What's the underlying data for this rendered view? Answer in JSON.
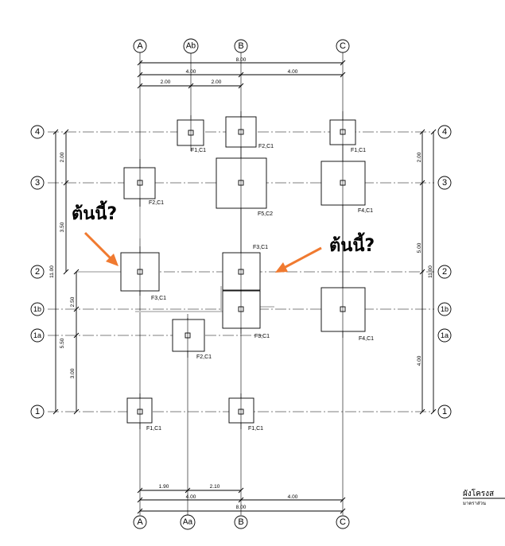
{
  "grid_cols": {
    "A": "A",
    "Ab": "Ab",
    "B": "B",
    "C": "C",
    "Aa": "Aa"
  },
  "grid_rows": {
    "r4": "4",
    "r3": "3",
    "r2": "2",
    "r1b": "1b",
    "r1a": "1a",
    "r1": "1"
  },
  "dims_top": {
    "total": "8.00",
    "ab": "4.00",
    "bc": "4.00",
    "a_ab": "2.00",
    "ab_b": "2.00"
  },
  "dims_bottom": {
    "a_aa": "1.90",
    "aa_b": "2.10",
    "ab": "4.00",
    "bc": "4.00",
    "total": "8.00"
  },
  "dims_left": {
    "r4_r3": "2.00",
    "r3_r2": "3.50",
    "r2_r1b": "2.50",
    "r1b_r1": "5.50",
    "r1a_r1": "3.00",
    "total": "11.00"
  },
  "dims_right": {
    "r4_r3": "2.00",
    "r3_r2": "5.00",
    "r2_r1": "4.00",
    "total": "11.00"
  },
  "footings": [
    "F1,C1",
    "F2,C1",
    "F1,C1",
    "F2,C1",
    "F5,C2",
    "F4,C1",
    "F3,C1",
    "F3,C1",
    "F3,C1",
    "F4,C1",
    "F2,C1",
    "F1,C1",
    "F1,C1"
  ],
  "annotations": {
    "left_question": "ต้นนี้?",
    "right_question": "ต้นนี้?"
  },
  "title_block": {
    "title": "ผังโครงส",
    "scale": "มาตราส่วน"
  },
  "colors": {
    "line": "#000000",
    "arrow": "#f07a30",
    "faint": "#c8c8c8"
  }
}
